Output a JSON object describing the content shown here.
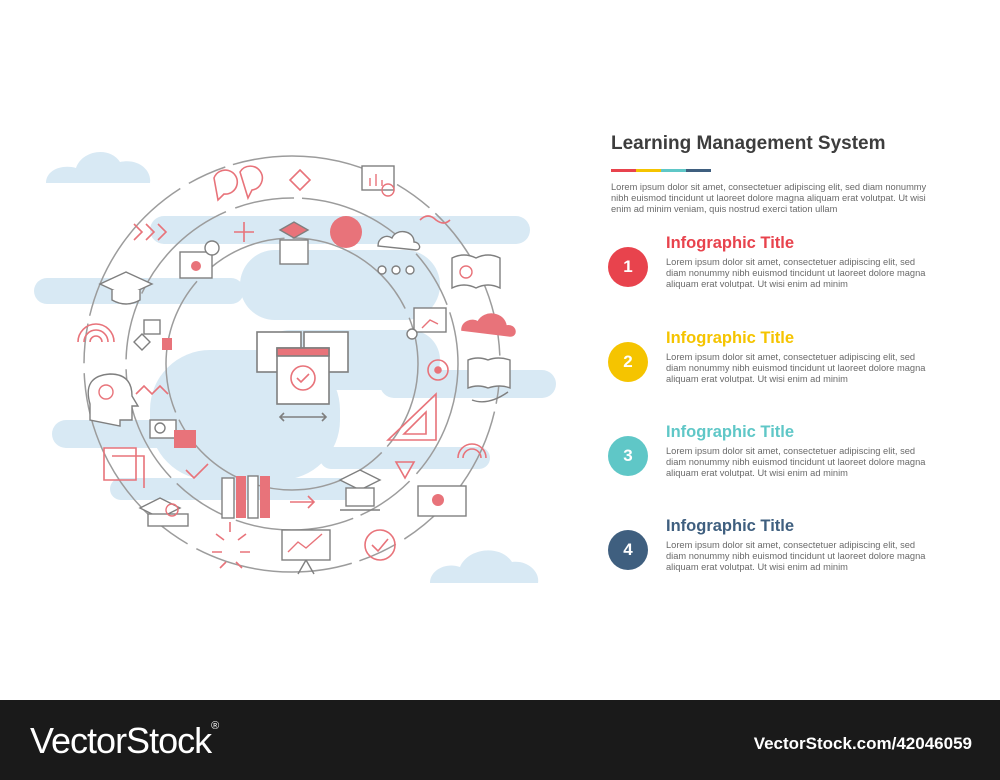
{
  "header": {
    "title": "Learning Management System",
    "accent_colors": [
      "#e8434d",
      "#f5c400",
      "#5fc7c7",
      "#3f5f7f"
    ],
    "intro": "Lorem ipsum dolor sit amet, consectetuer adipiscing elit, sed diam nonummy nibh euismod tincidunt ut laoreet dolore magna aliquam erat volutpat. Ut wisi enim ad minim veniam, quis nostrud exerci tation ullam"
  },
  "items": [
    {
      "number": "1",
      "title": "Infographic Title",
      "color": "#e8434d",
      "text": "Lorem ipsum dolor sit amet, consectetuer adipiscing elit, sed diam nonummy nibh euismod tincidunt ut laoreet dolore magna aliquam erat volutpat. Ut wisi enim ad minim"
    },
    {
      "number": "2",
      "title": "Infographic Title",
      "color": "#f5c400",
      "text": "Lorem ipsum dolor sit amet, consectetuer adipiscing elit, sed diam nonummy nibh euismod tincidunt ut laoreet dolore magna aliquam erat volutpat. Ut wisi enim ad minim"
    },
    {
      "number": "3",
      "title": "Infographic Title",
      "color": "#5fc7c7",
      "text": "Lorem ipsum dolor sit amet, consectetuer adipiscing elit, sed diam nonummy nibh euismod tincidunt ut laoreet dolore magna aliquam erat volutpat. Ut wisi enim ad minim"
    },
    {
      "number": "4",
      "title": "Infographic Title",
      "color": "#3f5f7f",
      "text": "Lorem ipsum dolor sit amet, consectetuer adipiscing elit, sed diam nonummy nibh euismod tincidunt ut laoreet dolore magna aliquam erat volutpat. Ut wisi enim ad minim"
    }
  ],
  "illustration": {
    "icons": [
      "quote-bubble-icon",
      "diamond-icon",
      "monitor-chart-icon",
      "arrows-icon",
      "plus-icon",
      "graduation-book-icon",
      "globe-icon",
      "wave-icon",
      "cloud-network-icon",
      "open-book-icon",
      "graduation-cap-icon",
      "monitor-apple-icon",
      "rainbow-icon",
      "flowchart-icon",
      "presentation-icon",
      "cloud-icon",
      "head-gear-icon",
      "zigzag-icon",
      "media-icon",
      "target-icon",
      "hand-book-icon",
      "triangle-ruler-icon",
      "squares-icon",
      "check-icon",
      "rings-icon",
      "books-icon",
      "arrow-icon",
      "laptop-cap-icon",
      "certificate-icon",
      "diploma-icon",
      "burst-icon",
      "board-chart-icon",
      "checkmark-circle-icon",
      "center-lms-icon"
    ],
    "colors": {
      "red": "#e8737a",
      "blue": "#d8e9f4",
      "gray": "#8a8a8a"
    }
  },
  "footer": {
    "brand": "VectorStock",
    "registered": "®",
    "url": "VectorStock.com/42046059"
  }
}
